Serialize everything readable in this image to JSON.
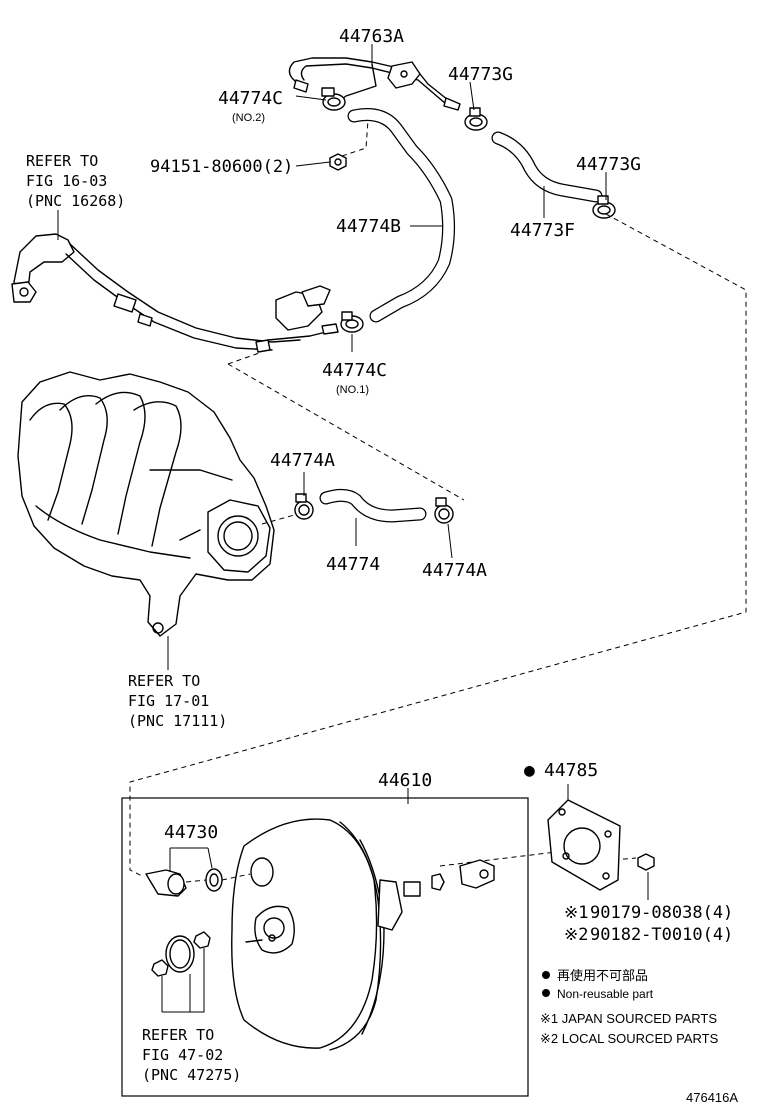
{
  "labels": {
    "p44763A": "44763A",
    "p44774C_top": "44774C",
    "p44774C_top_sub": "(NO.2)",
    "p44773G_top": "44773G",
    "p94151": "94151-80600(2)",
    "p44773G_right": "44773G",
    "p44774B": "44774B",
    "p44773F": "44773F",
    "p44774C_bot": "44774C",
    "p44774C_bot_sub": "(NO.1)",
    "p44774A_top": "44774A",
    "p44774": "44774",
    "p44774A_bot": "44774A",
    "p44610": "44610",
    "p44785": "44785",
    "p44730": "44730",
    "p90179": "90179-08038(4)",
    "p90182": "90182-T0010(4)",
    "mark1": "※1",
    "mark2": "※2",
    "bullet": "●",
    "image_id": "476416A"
  },
  "refs": {
    "ref1": [
      "REFER TO",
      "FIG 16-03",
      "(PNC 16268)"
    ],
    "ref2": [
      "REFER TO",
      "FIG 17-01",
      "(PNC 17111)"
    ],
    "ref3": [
      "REFER TO",
      "FIG 47-02",
      "(PNC 47275)"
    ]
  },
  "legend": {
    "jp_nonreusable": "再使用不可部品",
    "en_nonreusable": "Non-reusable part",
    "japan_sourced": "※1 JAPAN SOURCED PARTS",
    "local_sourced": "※2 LOCAL SOURCED PARTS"
  }
}
